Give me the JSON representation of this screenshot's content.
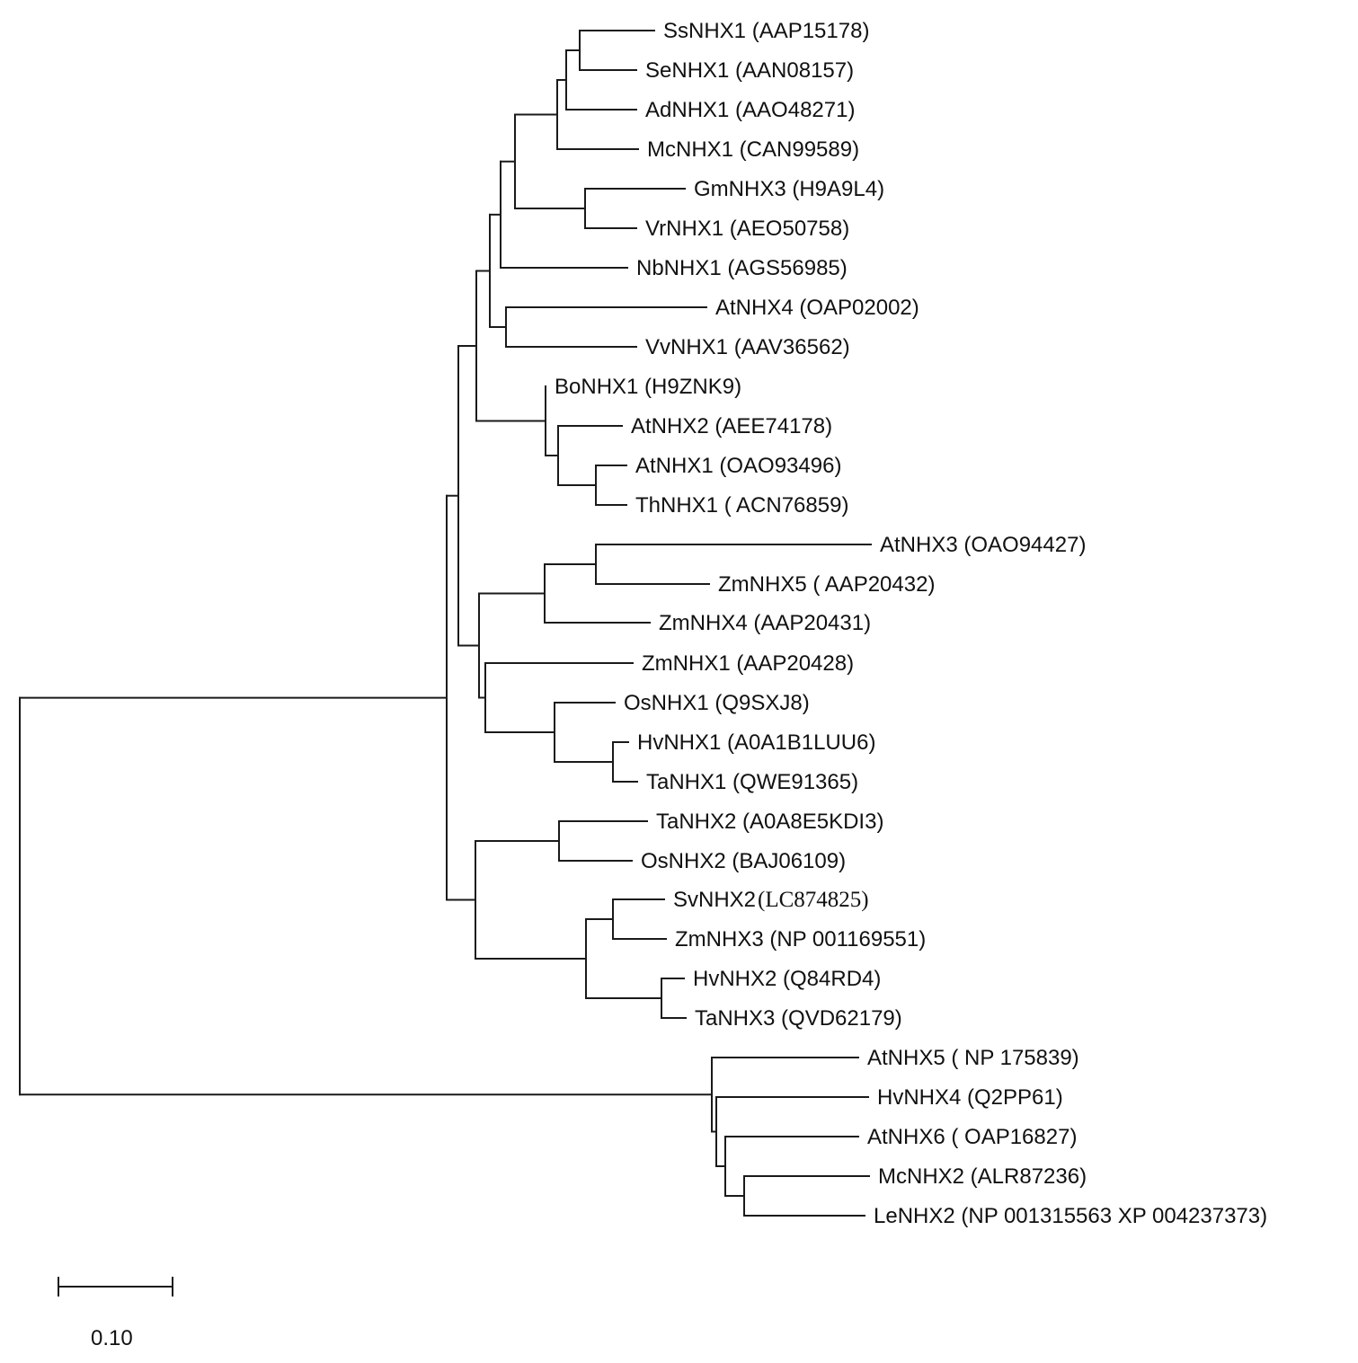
{
  "tree": {
    "leaves": [
      {
        "id": "SsNHX1",
        "label": "SsNHX1 (AAP15178)"
      },
      {
        "id": "SeNHX1",
        "label": "SeNHX1 (AAN08157)"
      },
      {
        "id": "AdNHX1",
        "label": "AdNHX1 (AAO48271)"
      },
      {
        "id": "McNHX1",
        "label": "McNHX1 (CAN99589)"
      },
      {
        "id": "GmNHX3",
        "label": "GmNHX3 (H9A9L4)"
      },
      {
        "id": "VrNHX1",
        "label": "VrNHX1 (AEO50758)"
      },
      {
        "id": "NbNHX1",
        "label": "NbNHX1 (AGS56985)"
      },
      {
        "id": "AtNHX4",
        "label": "AtNHX4 (OAP02002)"
      },
      {
        "id": "VvNHX1",
        "label": "VvNHX1 (AAV36562)"
      },
      {
        "id": "BoNHX1",
        "label": "BoNHX1 (H9ZNK9)"
      },
      {
        "id": "AtNHX2",
        "label": "AtNHX2 (AEE74178)"
      },
      {
        "id": "AtNHX1",
        "label": "AtNHX1 (OAO93496)"
      },
      {
        "id": "ThNHX1",
        "label": "ThNHX1 ( ACN76859)"
      },
      {
        "id": "AtNHX3",
        "label": "AtNHX3 (OAO94427)"
      },
      {
        "id": "ZmNHX5",
        "label": "ZmNHX5 ( AAP20432)"
      },
      {
        "id": "ZmNHX4",
        "label": "ZmNHX4 (AAP20431)"
      },
      {
        "id": "ZmNHX1",
        "label": "ZmNHX1 (AAP20428)"
      },
      {
        "id": "OsNHX1",
        "label": "OsNHX1 (Q9SXJ8)"
      },
      {
        "id": "HvNHX1",
        "label": "HvNHX1 (A0A1B1LUU6)"
      },
      {
        "id": "TaNHX1",
        "label": "TaNHX1 (QWE91365)"
      },
      {
        "id": "TaNHX2",
        "label": "TaNHX2 (A0A8E5KDI3)"
      },
      {
        "id": "OsNHX2",
        "label": "OsNHX2 (BAJ06109)"
      },
      {
        "id": "SvNHX2",
        "label": "SvNHX2",
        "label_serif": "(LC874825)"
      },
      {
        "id": "ZmNHX3",
        "label": "ZmNHX3 (NP 001169551)"
      },
      {
        "id": "HvNHX2",
        "label": "HvNHX2 (Q84RD4)"
      },
      {
        "id": "TaNHX3",
        "label": "TaNHX3 (QVD62179)"
      },
      {
        "id": "AtNHX5",
        "label": "AtNHX5 ( NP 175839)"
      },
      {
        "id": "HvNHX4",
        "label": "HvNHX4 (Q2PP61)"
      },
      {
        "id": "AtNHX6",
        "label": "AtNHX6 ( OAP16827)"
      },
      {
        "id": "McNHX2",
        "label": "McNHX2 (ALR87236)"
      },
      {
        "id": "LeNHX2",
        "label": "LeNHX2 (NP 001315563 XP 004237373)"
      }
    ]
  },
  "scale_bar": {
    "label": "0.10",
    "length": 0.1
  }
}
